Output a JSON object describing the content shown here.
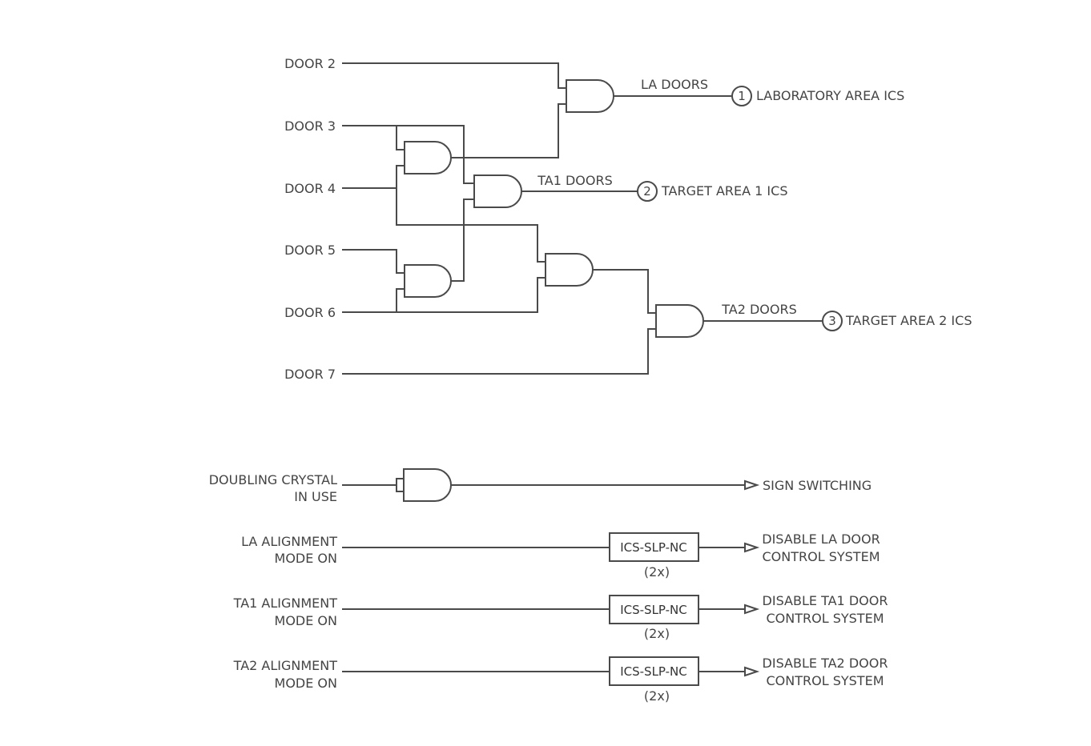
{
  "inputs": {
    "door2": "DOOR 2",
    "door3": "DOOR 3",
    "door4": "DOOR 4",
    "door5": "DOOR 5",
    "door6": "DOOR 6",
    "door7": "DOOR 7"
  },
  "signals": {
    "la_doors": "LA DOORS",
    "ta1_doors": "TA1 DOORS",
    "ta2_doors": "TA2 DOORS"
  },
  "outputs": {
    "out1": {
      "num": "1",
      "label": "LABORATORY AREA ICS"
    },
    "out2": {
      "num": "2",
      "label": "TARGET AREA 1 ICS"
    },
    "out3": {
      "num": "3",
      "label": "TARGET AREA 2 ICS"
    }
  },
  "lower": {
    "doubling_line1": "DOUBLING CRYSTAL",
    "doubling_line2": "IN USE",
    "sign_switching": "SIGN SWITCHING",
    "rows": [
      {
        "in1": "LA ALIGNMENT",
        "in2": "MODE ON",
        "box": "ICS-SLP-NC",
        "mult": "(2x)",
        "out1": "DISABLE LA DOOR",
        "out2": "CONTROL SYSTEM"
      },
      {
        "in1": "TA1 ALIGNMENT",
        "in2": "MODE ON",
        "box": "ICS-SLP-NC",
        "mult": "(2x)",
        "out1": "DISABLE TA1 DOOR",
        "out2": "CONTROL SYSTEM"
      },
      {
        "in1": "TA2 ALIGNMENT",
        "in2": "MODE ON",
        "box": "ICS-SLP-NC",
        "mult": "(2x)",
        "out1": "DISABLE TA2 DOOR",
        "out2": "CONTROL SYSTEM"
      }
    ]
  }
}
